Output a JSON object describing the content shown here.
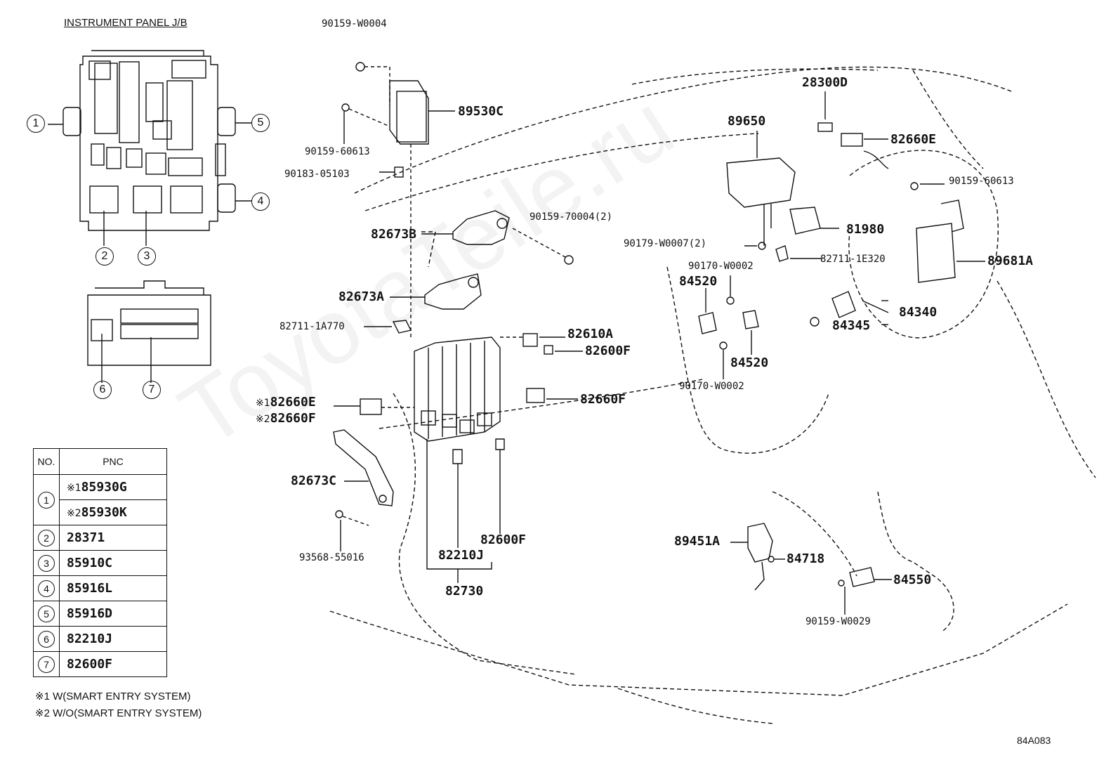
{
  "title": "INSTRUMENT PANEL J/B",
  "jb_callouts": [
    "1",
    "2",
    "3",
    "4",
    "5",
    "6",
    "7"
  ],
  "parts": {
    "p90159_W0004": "90159-W0004",
    "p89530C": "89530C",
    "p90159_60613_a": "90159-60613",
    "p90183_05103": "90183-05103",
    "p82673B": "82673B",
    "p90159_70004": "90159-70004(2)",
    "p82673A": "82673A",
    "p82711_1A770": "82711-1A770",
    "p82610A": "82610A",
    "p82600F_a": "82600F",
    "p82660F_a": "82660F",
    "p82660E_F_k1": "※1",
    "p82660E": "82660E",
    "p82660E_F_k2": "※2",
    "p82660F_b": "82660F",
    "p82673C": "82673C",
    "p93568_55016": "93568-55016",
    "p82600F_b": "82600F",
    "p82210J": "82210J",
    "p82730": "82730",
    "p28300D": "28300D",
    "p82660E_r": "82660E",
    "p89650": "89650",
    "p90159_60613_b": "90159-60613",
    "p81980": "81980",
    "p90179_W0007": "90179-W0007(2)",
    "p82711_1E320": "82711-1E320",
    "p89681A": "89681A",
    "p90170_W0002_a": "90170-W0002",
    "p84520_a": "84520",
    "p84340": "84340",
    "p84345": "84345",
    "p84520_b": "84520",
    "p90170_W0002_b": "90170-W0002",
    "p89451A": "89451A",
    "p84718": "84718",
    "p84550": "84550",
    "p90159_W0029": "90159-W0029"
  },
  "table": {
    "header_no": "NO.",
    "header_pnc": "PNC",
    "rows": [
      {
        "no": "1",
        "k": "※1",
        "pnc": "85930G"
      },
      {
        "no": "",
        "k": "※2",
        "pnc": "85930K"
      },
      {
        "no": "2",
        "k": "",
        "pnc": "28371"
      },
      {
        "no": "3",
        "k": "",
        "pnc": "85910C"
      },
      {
        "no": "4",
        "k": "",
        "pnc": "85916L"
      },
      {
        "no": "5",
        "k": "",
        "pnc": "85916D"
      },
      {
        "no": "6",
        "k": "",
        "pnc": "82210J"
      },
      {
        "no": "7",
        "k": "",
        "pnc": "82600F"
      }
    ]
  },
  "notes": {
    "n1": "※1 W(SMART ENTRY SYSTEM)",
    "n2": "※2 W/O(SMART ENTRY SYSTEM)"
  },
  "figure_code": "84A083",
  "watermark": "ToyotaTeile.ru"
}
